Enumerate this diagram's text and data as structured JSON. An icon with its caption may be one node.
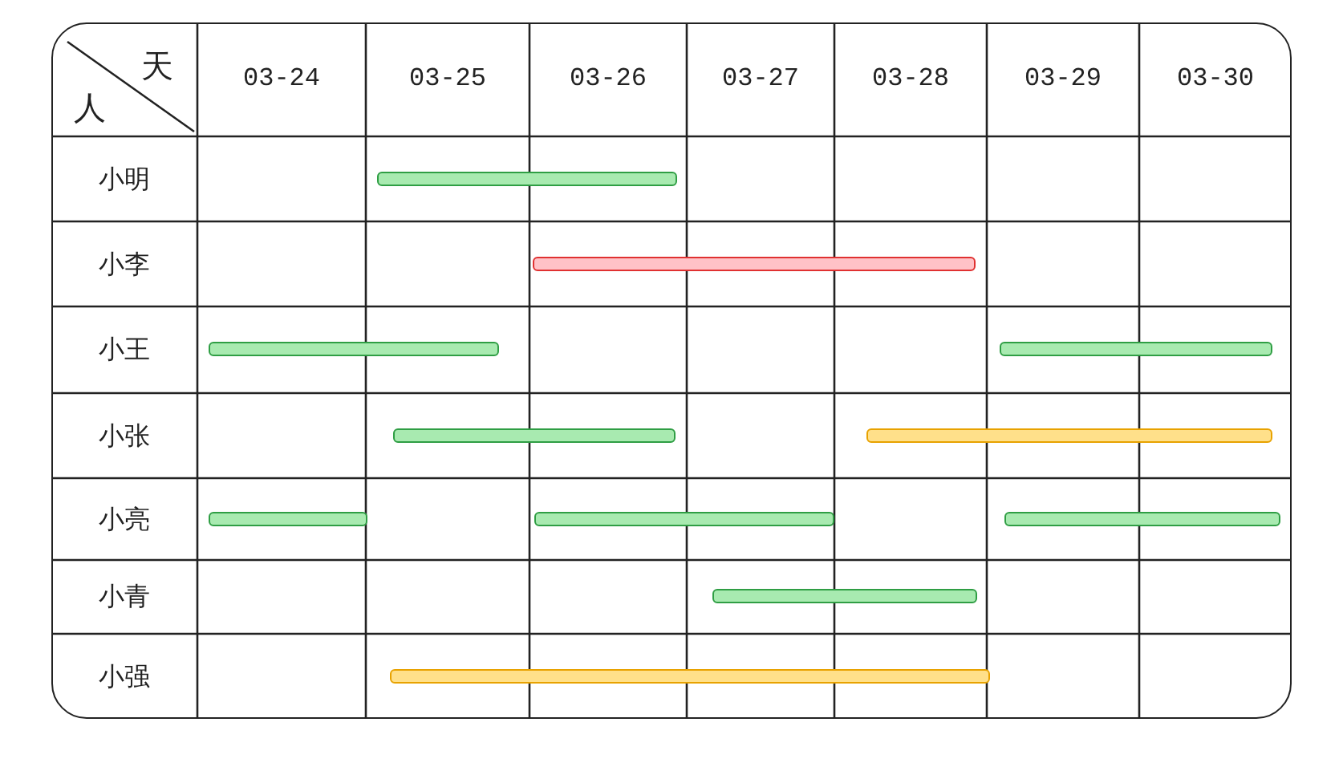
{
  "diagram": {
    "nodes": [
      {
        "text": [],
        "shape": "bar"
      },
      {
        "text": [],
        "shape": "bar"
      },
      {
        "text": [],
        "shape": "bar"
      },
      {
        "text": [],
        "shape": "bar"
      },
      {
        "text": [],
        "shape": "bar"
      },
      {
        "text": [],
        "shape": "bar"
      },
      {
        "text": [],
        "shape": "bar"
      },
      {
        "text": [],
        "shape": "bar"
      },
      {
        "text": [],
        "shape": "bar"
      },
      {
        "text": [],
        "shape": "bar"
      },
      {
        "text": [],
        "shape": "bar"
      }
    ],
    "labels": [
      "天",
      "人",
      "03-24",
      "03-25",
      "03-26",
      "03-27",
      "03-28",
      "03-29",
      "03-30",
      "小明",
      "小李",
      "小王",
      "小张",
      "小亮",
      "小青",
      "小强"
    ]
  }
}
